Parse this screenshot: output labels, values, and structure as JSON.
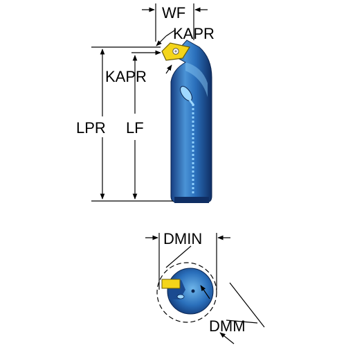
{
  "labels": {
    "wf": "WF",
    "kapr_top": "KAPR",
    "kapr_left": "KAPR",
    "lpr": "LPR",
    "lf": "LF",
    "dmin": "DMIN",
    "dmm": "DMM"
  },
  "colors": {
    "bar": "#1f4f96",
    "bar_light": "#5ea8e0",
    "bar_dark": "#0f2e63",
    "coolant": "#8fd0ff",
    "insert": "#f4d51a",
    "insert_edge": "#7a6a08",
    "line": "#000000"
  }
}
